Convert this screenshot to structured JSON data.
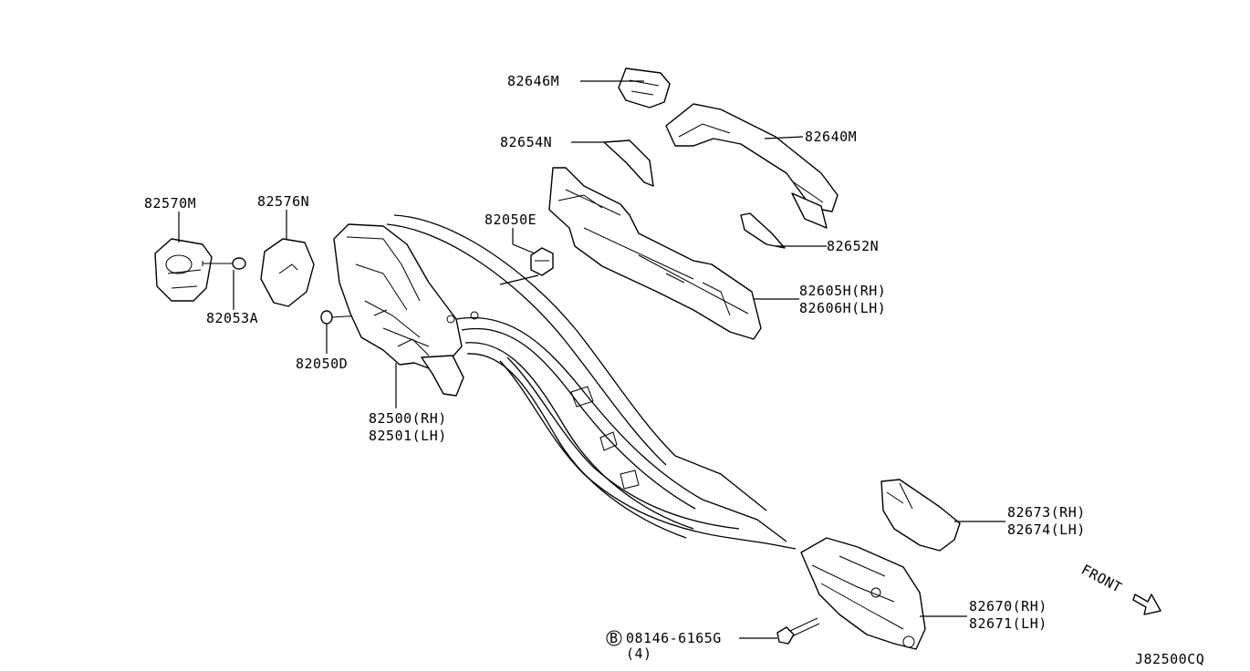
{
  "diagram_id": "J82500CQ",
  "front_label": "FRONT",
  "parts": {
    "p82646M": "82646M",
    "p82654N": "82654N",
    "p82640M": "82640M",
    "p82570M": "82570M",
    "p82576N": "82576N",
    "p82050E": "82050E",
    "p82652N": "82652N",
    "p82605H": "82605H(RH)",
    "p82606H": "82606H(LH)",
    "p82053A": "82053A",
    "p82050D": "82050D",
    "p82500": "82500(RH)",
    "p82501": "82501(LH)",
    "p82673": "82673(RH)",
    "p82674": "82674(LH)",
    "p82670": "82670(RH)",
    "p82671": "82671(LH)",
    "bolt_symbol": "B",
    "bolt_part": "08146-6165G",
    "bolt_qty": "(4)"
  }
}
